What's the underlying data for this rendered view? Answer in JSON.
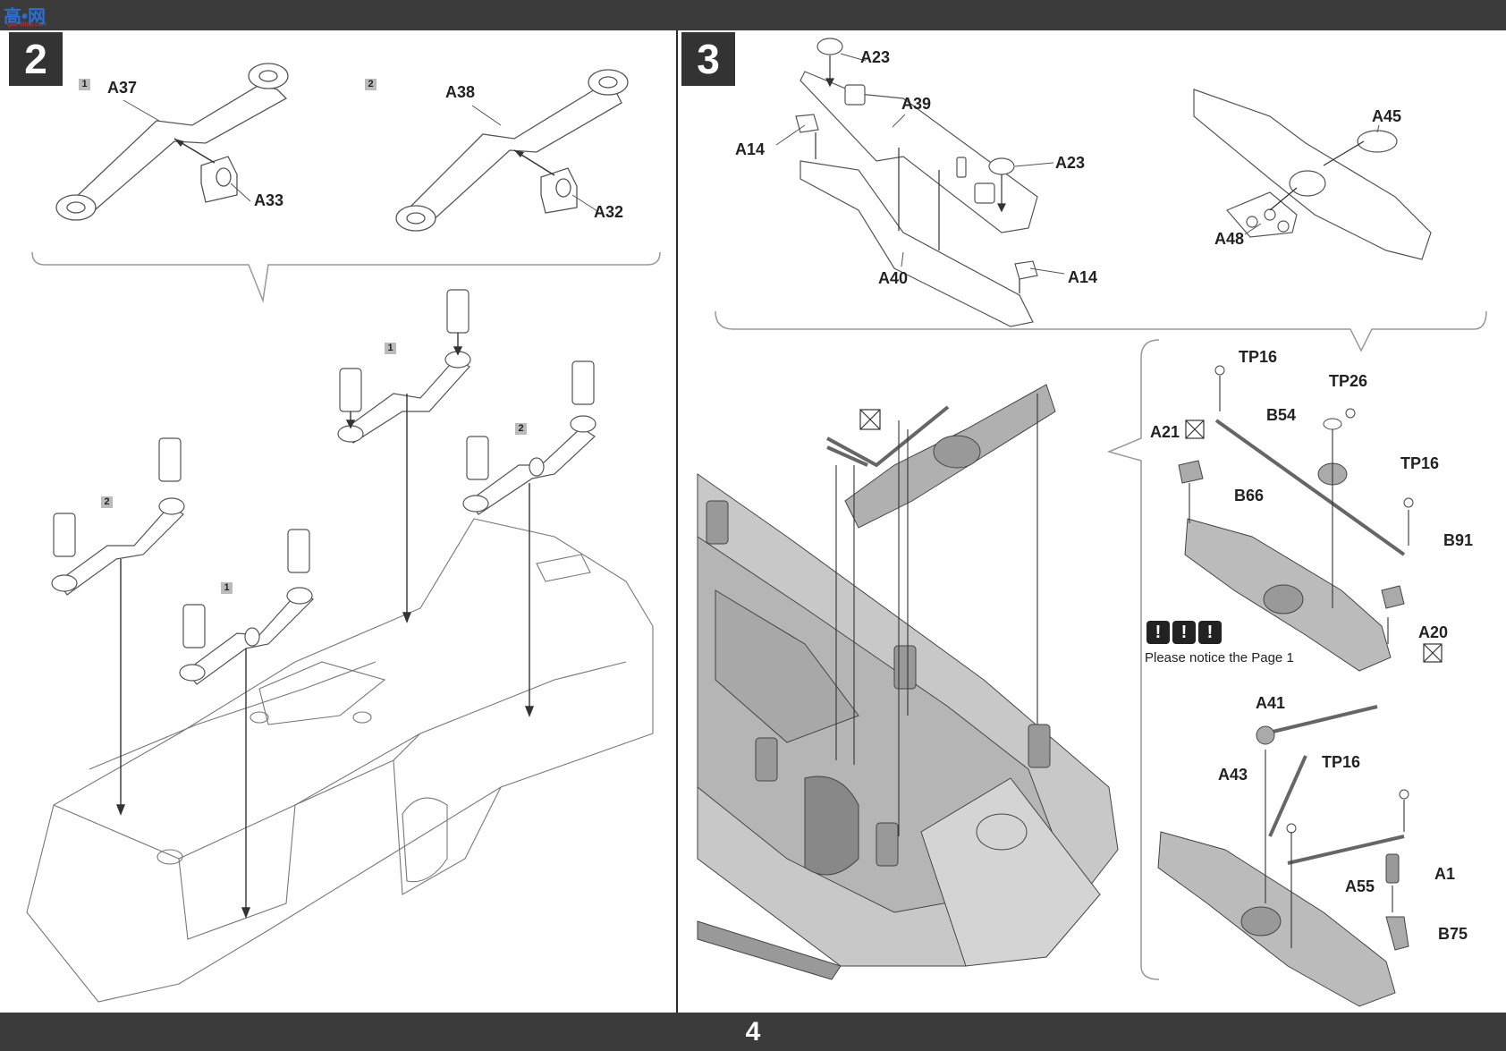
{
  "watermark": {
    "logo_text": "高•网",
    "url_text": "gao-shou.com"
  },
  "page_number": "4",
  "step2": {
    "number": "2",
    "sub1": {
      "tag": "1",
      "arm": "A37",
      "bracket": "A33"
    },
    "sub2": {
      "tag": "2",
      "arm": "A38",
      "bracket": "A32"
    },
    "assembly_tags": [
      "1",
      "2",
      "2",
      "1"
    ]
  },
  "step3": {
    "number": "3",
    "top_labels": {
      "a23_top": "A23",
      "a39": "A39",
      "a14_left": "A14",
      "a23_right": "A23",
      "a40": "A40",
      "a14_right": "A14",
      "a45": "A45",
      "a48": "A48"
    },
    "detail_labels": {
      "tp16_top": "TP16",
      "tp26": "TP26",
      "b54": "B54",
      "a21": "A21",
      "tp16_right": "TP16",
      "b66": "B66",
      "b91": "B91",
      "a20": "A20",
      "a41": "A41",
      "a43": "A43",
      "tp16_lower": "TP16",
      "a1": "A1",
      "a55": "A55",
      "b75": "B75"
    },
    "notice_text": "Please notice the Page 1",
    "notice_icons": [
      "!",
      "!",
      "!"
    ]
  }
}
